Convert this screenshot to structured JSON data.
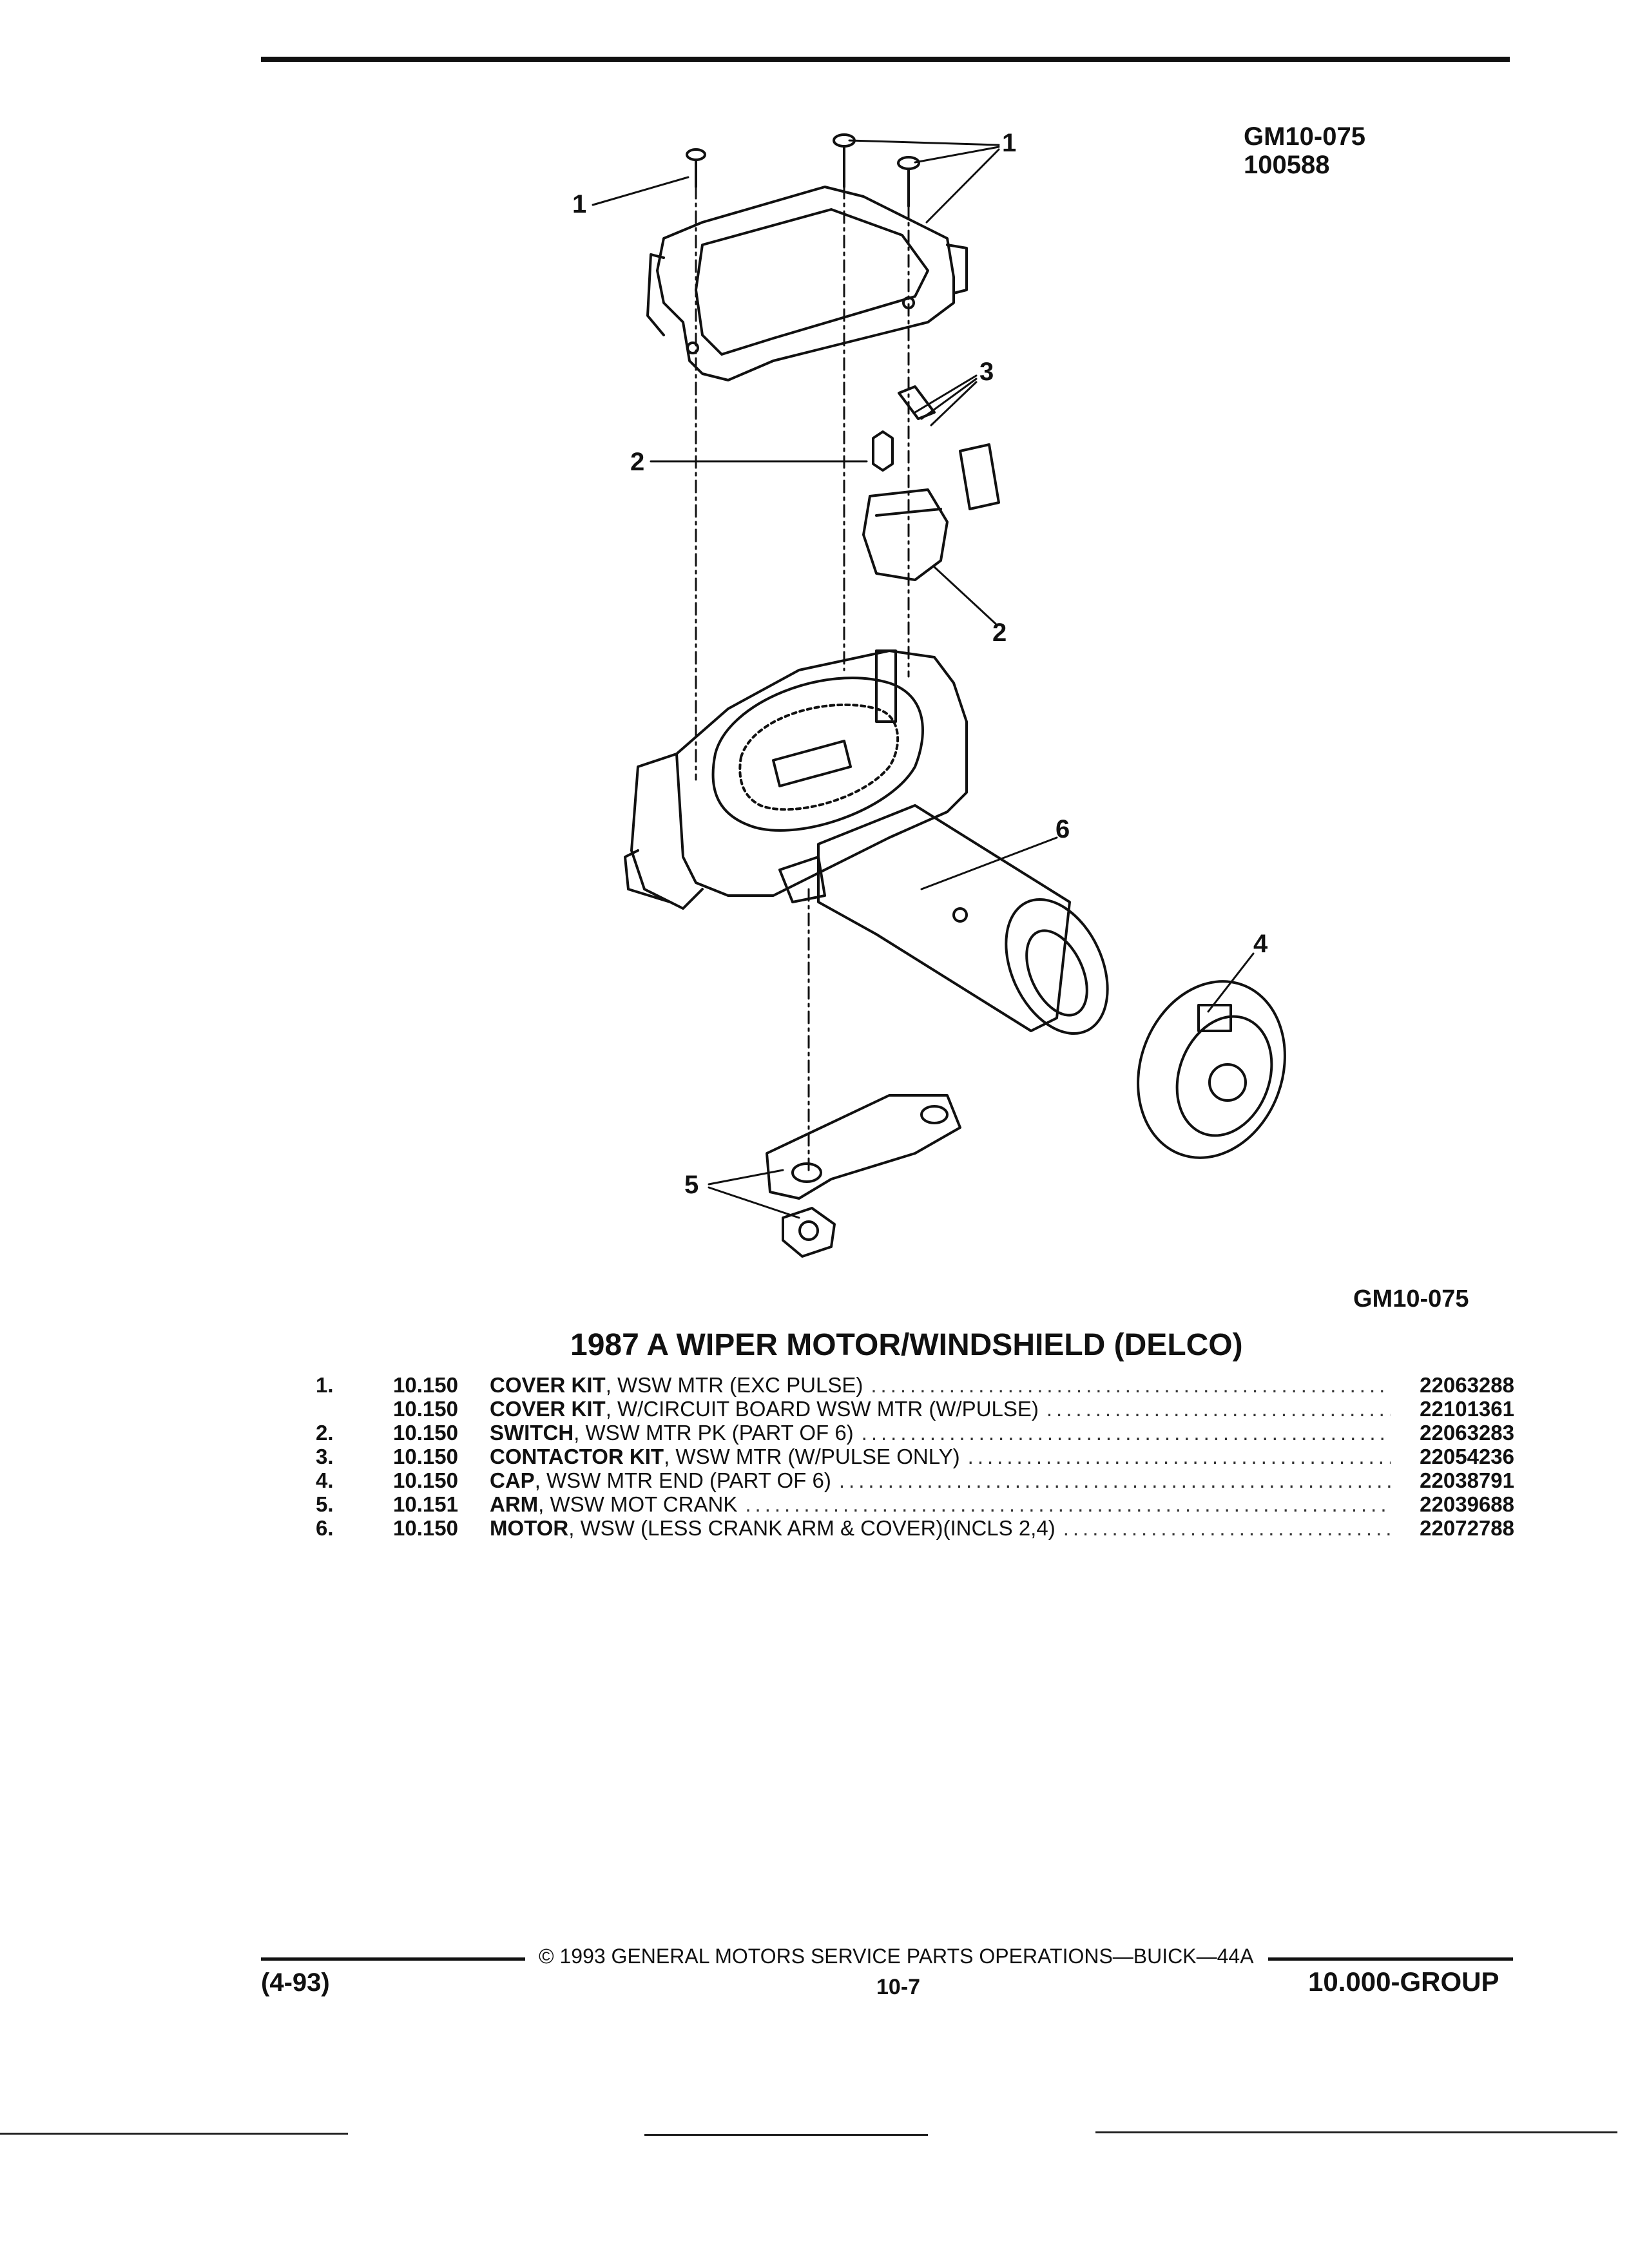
{
  "figure": {
    "code": "GM10-075",
    "number": "100588",
    "caption_code": "GM10-075",
    "callouts": [
      "1",
      "1",
      "2",
      "3",
      "2",
      "6",
      "4",
      "5"
    ]
  },
  "parts": {
    "title": "1987 A WIPER MOTOR/WINDSHIELD (DELCO)",
    "rows": [
      {
        "num": "1.",
        "group": "10.150",
        "name": "COVER KIT",
        "spec": ", WSW MTR (EXC PULSE)",
        "part_no": "22063288"
      },
      {
        "num": "",
        "group": "10.150",
        "name": "COVER KIT",
        "spec": ", W/CIRCUIT BOARD WSW MTR (W/PULSE)",
        "part_no": "22101361"
      },
      {
        "num": "2.",
        "group": "10.150",
        "name": "SWITCH",
        "spec": ", WSW MTR PK (PART OF 6)",
        "part_no": "22063283"
      },
      {
        "num": "3.",
        "group": "10.150",
        "name": "CONTACTOR KIT",
        "spec": ", WSW MTR (W/PULSE ONLY)",
        "part_no": "22054236"
      },
      {
        "num": "4.",
        "group": "10.150",
        "name": "CAP",
        "spec": ", WSW MTR END (PART OF 6)",
        "part_no": "22038791"
      },
      {
        "num": "5.",
        "group": "10.151",
        "name": "ARM",
        "spec": ", WSW MOT CRANK",
        "part_no": "22039688"
      },
      {
        "num": "6.",
        "group": "10.150",
        "name": "MOTOR",
        "spec": ", WSW (LESS CRANK ARM & COVER)(INCLS 2,4)",
        "part_no": "22072788"
      }
    ]
  },
  "footer": {
    "copyright": "© 1993 GENERAL MOTORS SERVICE PARTS OPERATIONS—BUICK—44A",
    "date": "(4-93)",
    "page": "10-7",
    "group": "10.000-GROUP"
  }
}
